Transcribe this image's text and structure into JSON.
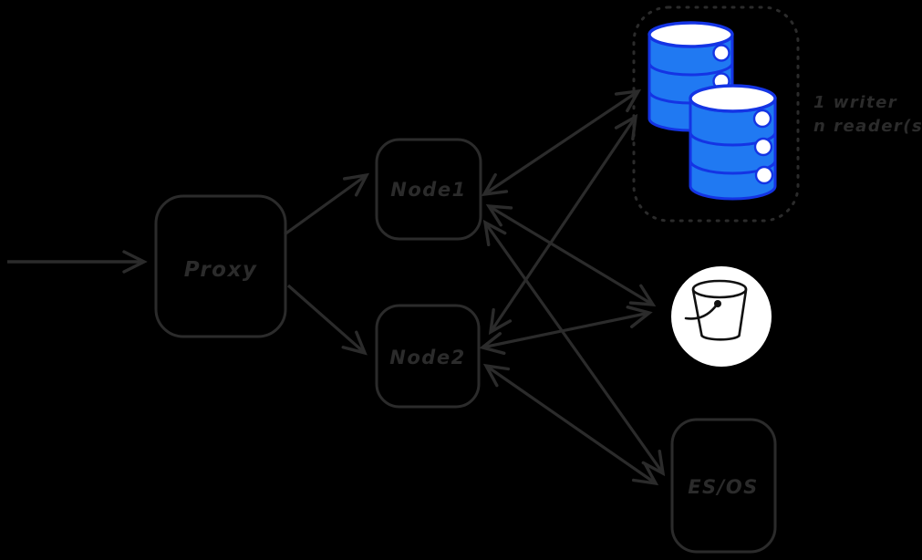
{
  "diagram": {
    "title_hint": "proxy-cluster-architecture",
    "background_color": "#000000",
    "ink_color": "#2b2b2b",
    "nodes": {
      "proxy": {
        "label": "Proxy"
      },
      "node1": {
        "label": "Node1"
      },
      "node2": {
        "label": "Node2"
      },
      "esos": {
        "label": "ES/OS"
      }
    },
    "database_cluster": {
      "icon": "database-icon",
      "cylinder_count": 2,
      "container_style": "dashed-rounded-box",
      "annotation": {
        "line1": "1 writer",
        "line2": "n reader(s)"
      },
      "db_fill_color": "#2079f2",
      "db_stroke_color": "#1434e4",
      "db_top_color": "#ffffff"
    },
    "object_storage": {
      "icon": "bucket-icon",
      "badge_background": "#ffffff",
      "bucket_ink": "#111111"
    },
    "edges": [
      {
        "from": "ingress",
        "to": "proxy",
        "arrows": "end"
      },
      {
        "from": "proxy",
        "to": "node1",
        "arrows": "end"
      },
      {
        "from": "proxy",
        "to": "node2",
        "arrows": "end"
      },
      {
        "from": "node1",
        "to": "database-cluster",
        "arrows": "both"
      },
      {
        "from": "node1",
        "to": "bucket",
        "arrows": "both"
      },
      {
        "from": "node1",
        "to": "es-os",
        "arrows": "both"
      },
      {
        "from": "node2",
        "to": "database-cluster",
        "arrows": "both"
      },
      {
        "from": "node2",
        "to": "bucket",
        "arrows": "both"
      },
      {
        "from": "node2",
        "to": "es-os",
        "arrows": "both"
      }
    ]
  }
}
